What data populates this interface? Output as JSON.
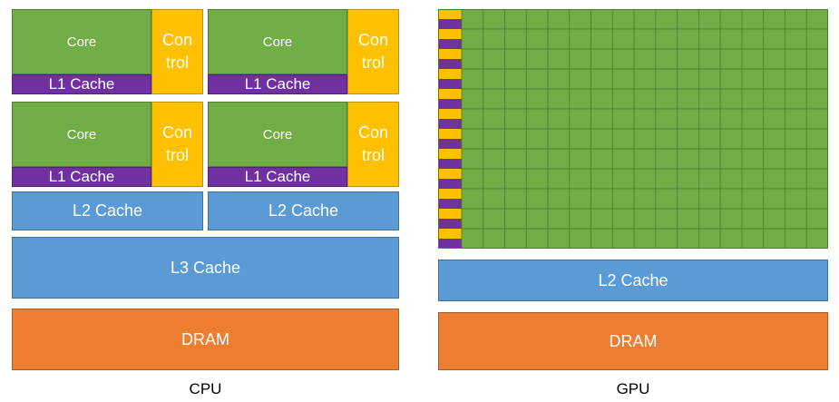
{
  "cpu": {
    "core_label": "Core",
    "control_label": "Con\ntrol",
    "l1_label": "L1 Cache",
    "l2_label": "L2 Cache",
    "l3_label": "L3 Cache",
    "dram_label": "DRAM",
    "caption": "CPU"
  },
  "gpu": {
    "l2_label": "L2 Cache",
    "dram_label": "DRAM",
    "caption": "GPU",
    "grid": {
      "columns": 17,
      "rows": 12
    }
  },
  "colors": {
    "core": "#70ad47",
    "l1": "#7030a0",
    "control": "#ffc000",
    "cache": "#5b9bd5",
    "dram": "#ed7d31"
  }
}
